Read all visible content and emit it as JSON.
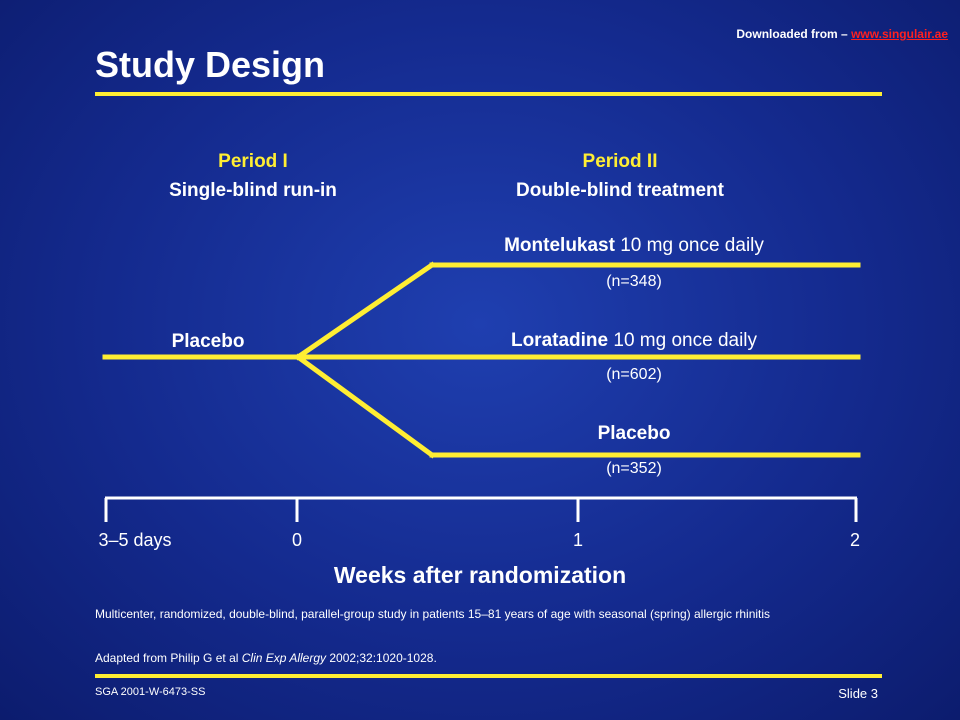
{
  "header": {
    "download_prefix": "Downloaded from – ",
    "download_link": "www.singulair.ae",
    "title": "Study Design"
  },
  "periods": {
    "period1": {
      "label": "Period I",
      "subtitle": "Single-blind run-in"
    },
    "period2": {
      "label": "Period II",
      "subtitle": "Double-blind treatment"
    }
  },
  "run_in": {
    "label": "Placebo"
  },
  "arms": [
    {
      "drug": "Montelukast",
      "regimen": "10 mg once daily",
      "n": "(n=348)"
    },
    {
      "drug": "Loratadine",
      "regimen": "10 mg once daily",
      "n": "(n=602)"
    },
    {
      "drug": "Placebo",
      "regimen": "",
      "n": "(n=352)"
    }
  ],
  "timeline": {
    "ticks": [
      "3–5 days",
      "0",
      "1",
      "2"
    ],
    "axis_title": "Weeks after randomization"
  },
  "footnotes": {
    "description": "Multicenter, randomized, double-blind, parallel-group study in patients 15–81 years of age with seasonal (spring) allergic rhinitis",
    "adapted_prefix": "Adapted from Philip G et al ",
    "adapted_journal": "Clin Exp Allergy",
    "adapted_suffix": " 2002;32:1020-1028."
  },
  "footer": {
    "code": "SGA 2001-W-6473-SS",
    "slide": "Slide 3"
  },
  "colors": {
    "background": "#142a8e",
    "accent_yellow": "#ffee33",
    "text": "#ffffff",
    "link_red": "#ff2020"
  }
}
